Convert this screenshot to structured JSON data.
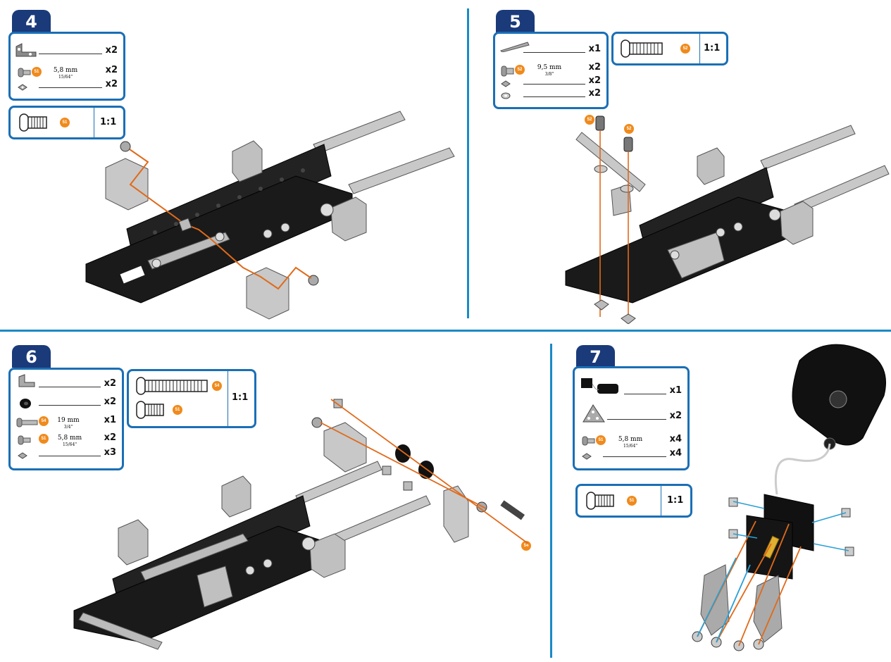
{
  "accent_color": "#1a6fb5",
  "tab_color": "#1a3a7a",
  "highlight_color": "#f08a1c",
  "steps": [
    {
      "number": "4",
      "parts": [
        {
          "icon": "angle-bracket-icon",
          "qty": "x2"
        },
        {
          "icon": "bolt-icon",
          "code": "51",
          "length_mm": "5,8 mm",
          "length_in": "15/64\"",
          "qty": "x2"
        },
        {
          "icon": "square-nut-icon",
          "qty": "x2"
        }
      ],
      "scale": {
        "code": "51",
        "ratio": "1:1"
      }
    },
    {
      "number": "5",
      "parts": [
        {
          "icon": "flat-strip-icon",
          "qty": "x1"
        },
        {
          "icon": "bolt-icon",
          "code": "52",
          "length_mm": "9,5 mm",
          "length_in": "3/8\"",
          "qty": "x2"
        },
        {
          "icon": "square-nut-icon",
          "qty": "x2"
        },
        {
          "icon": "washer-icon",
          "qty": "x2"
        }
      ],
      "scale": {
        "code": "52",
        "ratio": "1:1"
      },
      "callouts": [
        "52",
        "52"
      ]
    },
    {
      "number": "6",
      "parts": [
        {
          "icon": "angle-bracket-icon",
          "qty": "x2"
        },
        {
          "icon": "spacer-icon",
          "qty": "x2"
        },
        {
          "icon": "bolt-icon",
          "code": "54",
          "length_mm": "19 mm",
          "length_in": "3/4\"",
          "qty": "x1"
        },
        {
          "icon": "bolt-icon",
          "code": "51",
          "length_mm": "5,8 mm",
          "length_in": "15/64\"",
          "qty": "x2"
        },
        {
          "icon": "square-nut-icon",
          "qty": "x3"
        }
      ],
      "scale": {
        "codes": [
          "54",
          "51"
        ],
        "ratio": "1:1"
      },
      "callouts": [
        "54"
      ]
    },
    {
      "number": "7",
      "parts": [
        {
          "icon": "motor-switch-icon",
          "qty": "x1"
        },
        {
          "icon": "triangle-bracket-icon",
          "qty": "x2"
        },
        {
          "icon": "bolt-icon",
          "code": "51",
          "length_mm": "5,8 mm",
          "length_in": "15/64\"",
          "qty": "x4"
        },
        {
          "icon": "square-nut-icon",
          "qty": "x4"
        }
      ],
      "scale": {
        "code": "51",
        "ratio": "1:1"
      }
    }
  ]
}
